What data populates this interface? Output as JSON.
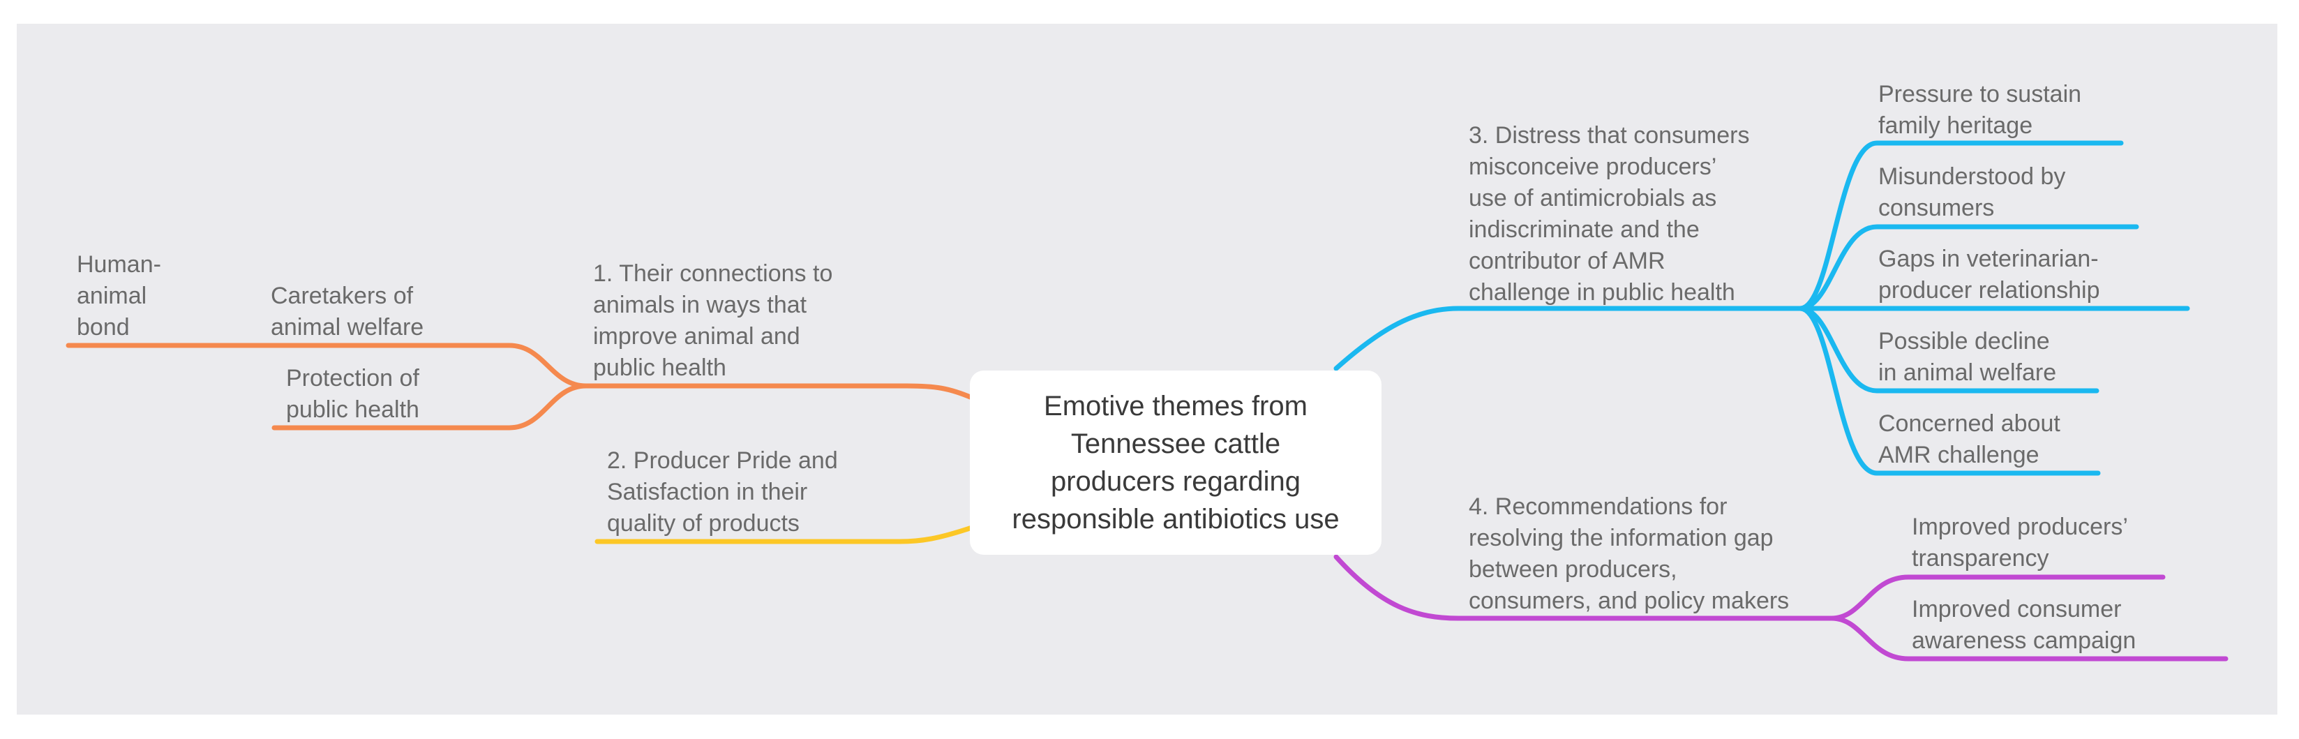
{
  "mindmap": {
    "central_topic": "Emotive themes from\nTennessee cattle\nproducers regarding\nresponsible antibiotics use",
    "colors": {
      "background": "#ebebee",
      "central_box": "#ffffff",
      "text": "#6a6a6a",
      "branch_1": "#f5894e",
      "branch_2": "#fcc726",
      "branch_3": "#1ab8f0",
      "branch_4": "#c149d2"
    },
    "branches": [
      {
        "label": "1. Their connections to\nanimals in ways that\nimprove animal and\npublic health",
        "children": [
          {
            "label": "Caretakers of\nanimal welfare",
            "children": [
              {
                "label": "Human-\nanimal\nbond"
              }
            ]
          },
          {
            "label": "Protection of\npublic health"
          }
        ]
      },
      {
        "label": "2. Producer Pride and\nSatisfaction in their\nquality of products",
        "children": []
      },
      {
        "label": "3. Distress that consumers\nmisconceive producers’\nuse of antimicrobials as\nindiscriminate and the\ncontributor of AMR\nchallenge in public health",
        "children": [
          {
            "label": "Pressure to sustain\nfamily heritage"
          },
          {
            "label": "Misunderstood by\nconsumers"
          },
          {
            "label": "Gaps in veterinarian-\nproducer relationship"
          },
          {
            "label": "Possible decline\nin animal welfare"
          },
          {
            "label": "Concerned about\nAMR challenge"
          }
        ]
      },
      {
        "label": "4. Recommendations for\nresolving the information gap\nbetween producers,\nconsumers, and policy makers",
        "children": [
          {
            "label": "Improved producers’\ntransparency"
          },
          {
            "label": "Improved consumer\nawareness campaign"
          }
        ]
      }
    ]
  }
}
